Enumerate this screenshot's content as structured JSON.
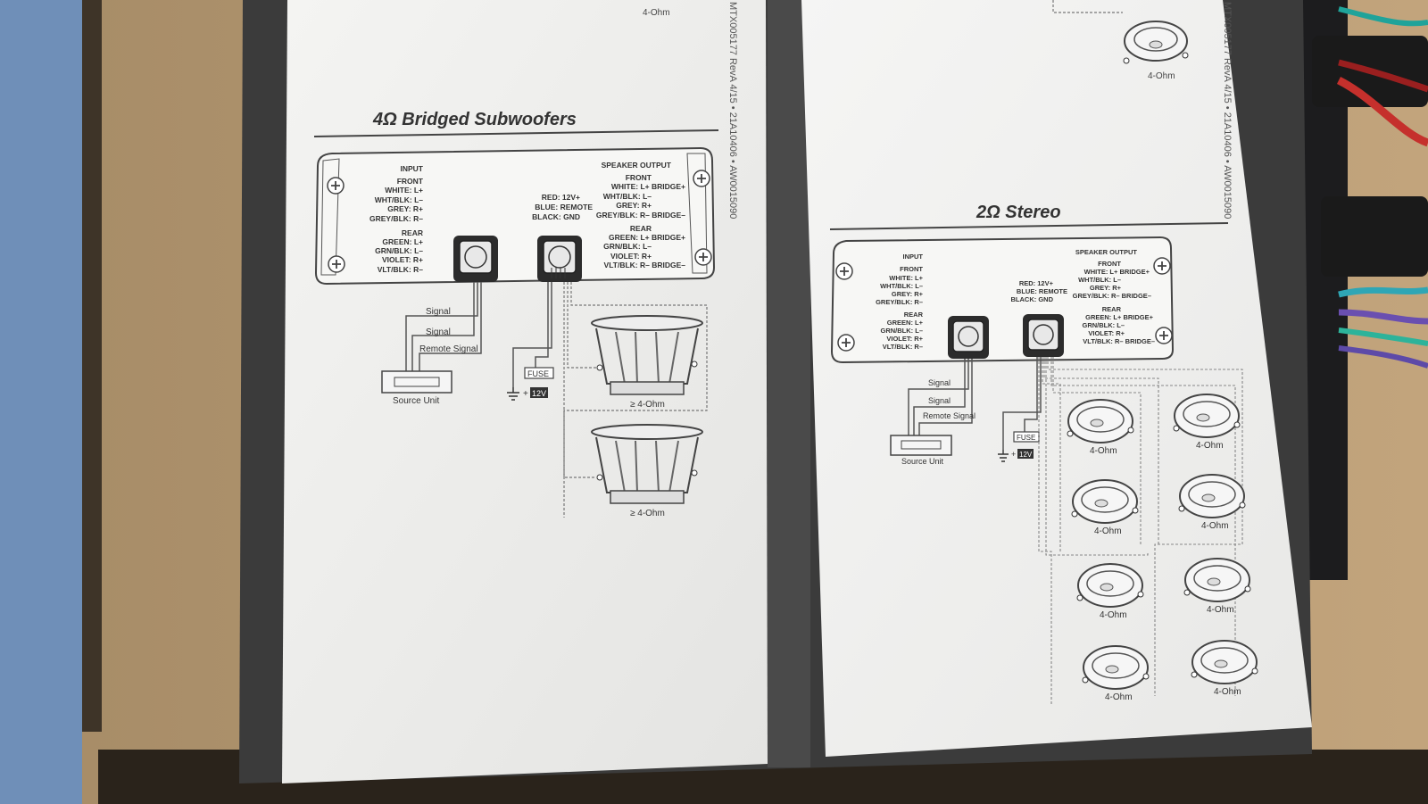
{
  "left_panel": {
    "title": "4Ω Bridged Subwoofers",
    "top_fragment_label": "4-Ohm",
    "side_code": "MTX005177 RevA 4/15 • 21A10406 • AW0015090",
    "amp": {
      "input_header": "INPUT",
      "front_header": "FRONT",
      "front_inputs": [
        "WHITE: L+",
        "WHT/BLK: L–",
        "GREY: R+",
        "GREY/BLK: R–"
      ],
      "rear_header": "REAR",
      "rear_inputs": [
        "GREEN: L+",
        "GRN/BLK: L–",
        "VIOLET: R+",
        "VLT/BLK: R–"
      ],
      "power_lines": [
        "RED: 12V+",
        "BLUE: REMOTE",
        "BLACK: GND"
      ],
      "output_header": "SPEAKER OUTPUT",
      "out_front_header": "FRONT",
      "front_outputs": [
        "WHITE: L+ BRIDGE+",
        "WHT/BLK: L–",
        "GREY: R+",
        "GREY/BLK: R– BRIDGE–"
      ],
      "out_rear_header": "REAR",
      "rear_outputs": [
        "GREEN: L+ BRIDGE+",
        "GRN/BLK: L–",
        "VIOLET: R+",
        "VLT/BLK: R– BRIDGE–"
      ]
    },
    "signal_labels": [
      "Signal",
      "Signal",
      "Remote Signal"
    ],
    "source_unit": "Source Unit",
    "fuse": "FUSE",
    "battery": "12V",
    "sub_labels": [
      "≥ 4-Ohm",
      "≥ 4-Ohm"
    ]
  },
  "right_panel": {
    "title": "2Ω Stereo",
    "top_fragment_label": "4-Ohm",
    "side_code": "MTX005177 RevA 4/15 • 21A10406 • AW0015090",
    "amp": {
      "input_header": "INPUT",
      "front_header": "FRONT",
      "front_inputs": [
        "WHITE: L+",
        "WHT/BLK: L–",
        "GREY: R+",
        "GREY/BLK: R–"
      ],
      "rear_header": "REAR",
      "rear_inputs": [
        "GREEN: L+",
        "GRN/BLK: L–",
        "VIOLET: R+",
        "VLT/BLK: R–"
      ],
      "power_lines": [
        "RED: 12V+",
        "BLUE: REMOTE",
        "BLACK: GND"
      ],
      "output_header": "SPEAKER OUTPUT",
      "out_front_header": "FRONT",
      "front_outputs": [
        "WHITE: L+ BRIDGE+",
        "WHT/BLK: L–",
        "GREY: R+",
        "GREY/BLK: R– BRIDGE–"
      ],
      "out_rear_header": "REAR",
      "rear_outputs": [
        "GREEN: L+ BRIDGE+",
        "GRN/BLK: L–",
        "VIOLET: R+",
        "VLT/BLK: R– BRIDGE–"
      ]
    },
    "signal_labels": [
      "Signal",
      "Signal",
      "Remote Signal"
    ],
    "source_unit": "Source Unit",
    "fuse": "FUSE",
    "battery": "12V",
    "speaker_labels": [
      "4-Ohm",
      "4-Ohm",
      "4-Ohm",
      "4-Ohm",
      "4-Ohm",
      "4-Ohm",
      "4-Ohm",
      "4-Ohm"
    ]
  },
  "colors": {
    "background": "#6f8fb8",
    "cardboard": "#b89b74",
    "paper": "#f0f0ee",
    "ink": "#3a3a3a",
    "sleeve": "#3c3c3c"
  }
}
